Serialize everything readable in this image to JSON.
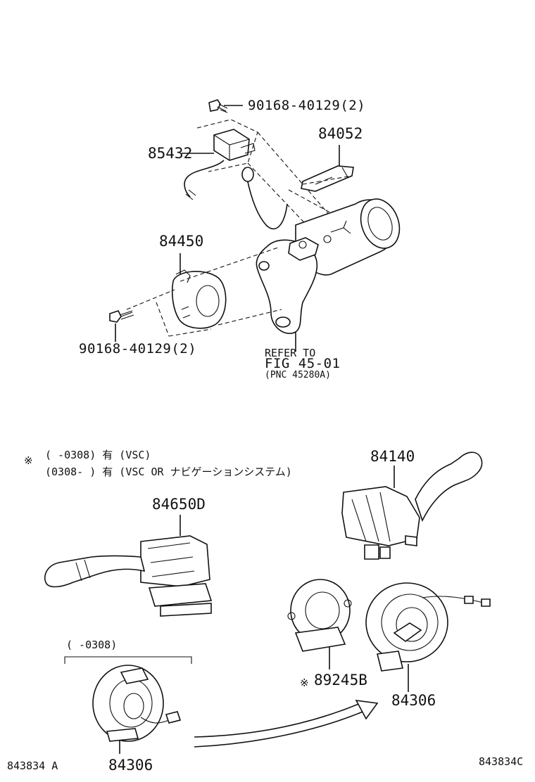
{
  "labels": {
    "screw_top": "90168-40129(2)",
    "p85432": "85432",
    "p84052": "84052",
    "p84450": "84450",
    "screw_bottom": "90168-40129(2)",
    "refer_line1": "REFER TO",
    "refer_line2": "FIG 45-01",
    "refer_line3": "(PNC 45280A)",
    "note_mark": "※",
    "note_line1": "(     -0308) 有 (VSC)",
    "note_line2": "(0308-     ) 有 (VSC OR ナビゲーションシステム)",
    "p84140": "84140",
    "p84650d": "84650D",
    "range_0308": "(      -0308)",
    "p89245b_mark": "※",
    "p89245b": "89245B",
    "p84306_right": "84306",
    "p84306_bottom": "84306",
    "fig_id_left": "843834 A",
    "fig_id_right": "843834C"
  },
  "colors": {
    "ink": "#111111",
    "background": "#ffffff"
  }
}
